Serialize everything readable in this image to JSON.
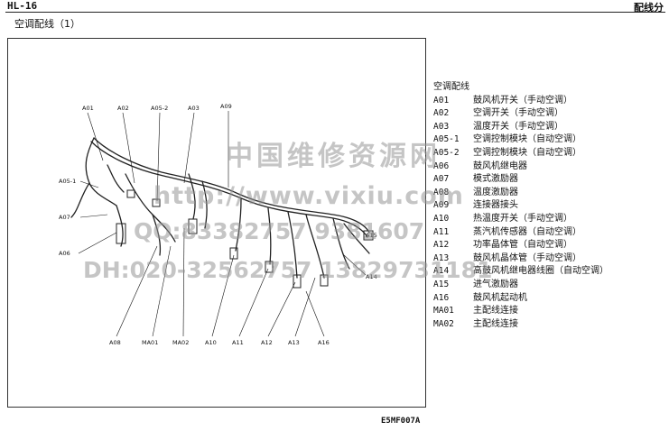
{
  "header": {
    "left": "HL-16",
    "right": "配线分"
  },
  "section_title": "空调配线（1）",
  "diagram": {
    "code": "E5MF007A",
    "labels": {
      "a01": "A01",
      "a02": "A02",
      "a05_2": "A05-2",
      "a03": "A03",
      "a09": "A09",
      "a05_1": "A05-1",
      "a07": "A07",
      "a06": "A06",
      "a15": "A15",
      "a14": "A14",
      "a08": "A08",
      "ma01": "MA01",
      "ma02": "MA02",
      "a10": "A10",
      "a11": "A11",
      "a12": "A12",
      "a13": "A13",
      "a16": "A16"
    }
  },
  "legend": {
    "title": "空调配线",
    "items": [
      {
        "code": "A01",
        "desc": "鼓风机开关（手动空调）"
      },
      {
        "code": "A02",
        "desc": "空调开关（手动空调）"
      },
      {
        "code": "A03",
        "desc": "温度开关（手动空调）"
      },
      {
        "code": "A05-1",
        "desc": "空调控制模块（自动空调）"
      },
      {
        "code": "A05-2",
        "desc": "空调控制模块（自动空调）"
      },
      {
        "code": "A06",
        "desc": "鼓风机继电器"
      },
      {
        "code": "A07",
        "desc": "模式激励器"
      },
      {
        "code": "A08",
        "desc": "温度激励器"
      },
      {
        "code": "A09",
        "desc": "连接器接头"
      },
      {
        "code": "A10",
        "desc": "热温度开关（手动空调）"
      },
      {
        "code": "A11",
        "desc": "蒸汽机传感器（自动空调）"
      },
      {
        "code": "A12",
        "desc": "功率晶体管（自动空调）"
      },
      {
        "code": "A13",
        "desc": "鼓风机晶体管（手动空调）"
      },
      {
        "code": "A14",
        "desc": "高鼓风机继电器线圈（自动空调）"
      },
      {
        "code": "A15",
        "desc": "进气激励器"
      },
      {
        "code": "A16",
        "desc": "鼓风机起动机"
      },
      {
        "code": "MA01",
        "desc": "主配线连接"
      },
      {
        "code": "MA02",
        "desc": "主配线连接"
      }
    ]
  },
  "watermark": {
    "line1": "中国维修资源网",
    "line2": "http://www.vixiu.com",
    "line3": "QQ:83382757 9381607",
    "line4": "DH:020-32562757 13829731181"
  }
}
